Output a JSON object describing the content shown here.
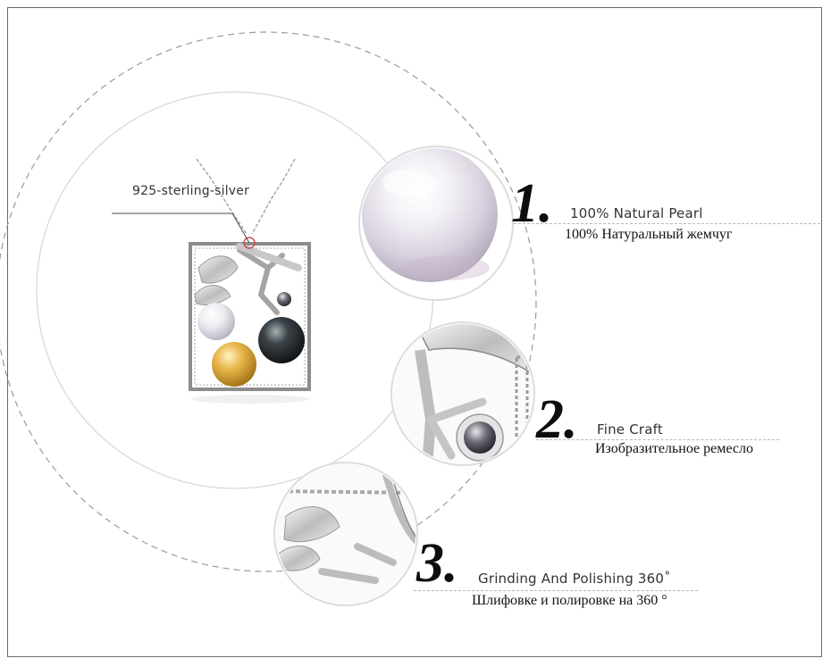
{
  "pendant": {
    "material_label": "925-sterling-silver"
  },
  "features": [
    {
      "number": "1.",
      "title_en": "100% Natural Pearl",
      "title_ru": "100% Натуральный жемчуг"
    },
    {
      "number": "2.",
      "title_en": "Fine Craft",
      "title_ru": "Изобразительное ремесло"
    },
    {
      "number": "3.",
      "title_en": "Grinding And Polishing 360˚",
      "title_ru": "Шлифовке и полировке на 360 °"
    }
  ],
  "colors": {
    "line": "#9a9a9a",
    "frame": "#6b6b6b",
    "text": "#222222"
  },
  "pearls": [
    "white",
    "gold",
    "black",
    "grey"
  ]
}
